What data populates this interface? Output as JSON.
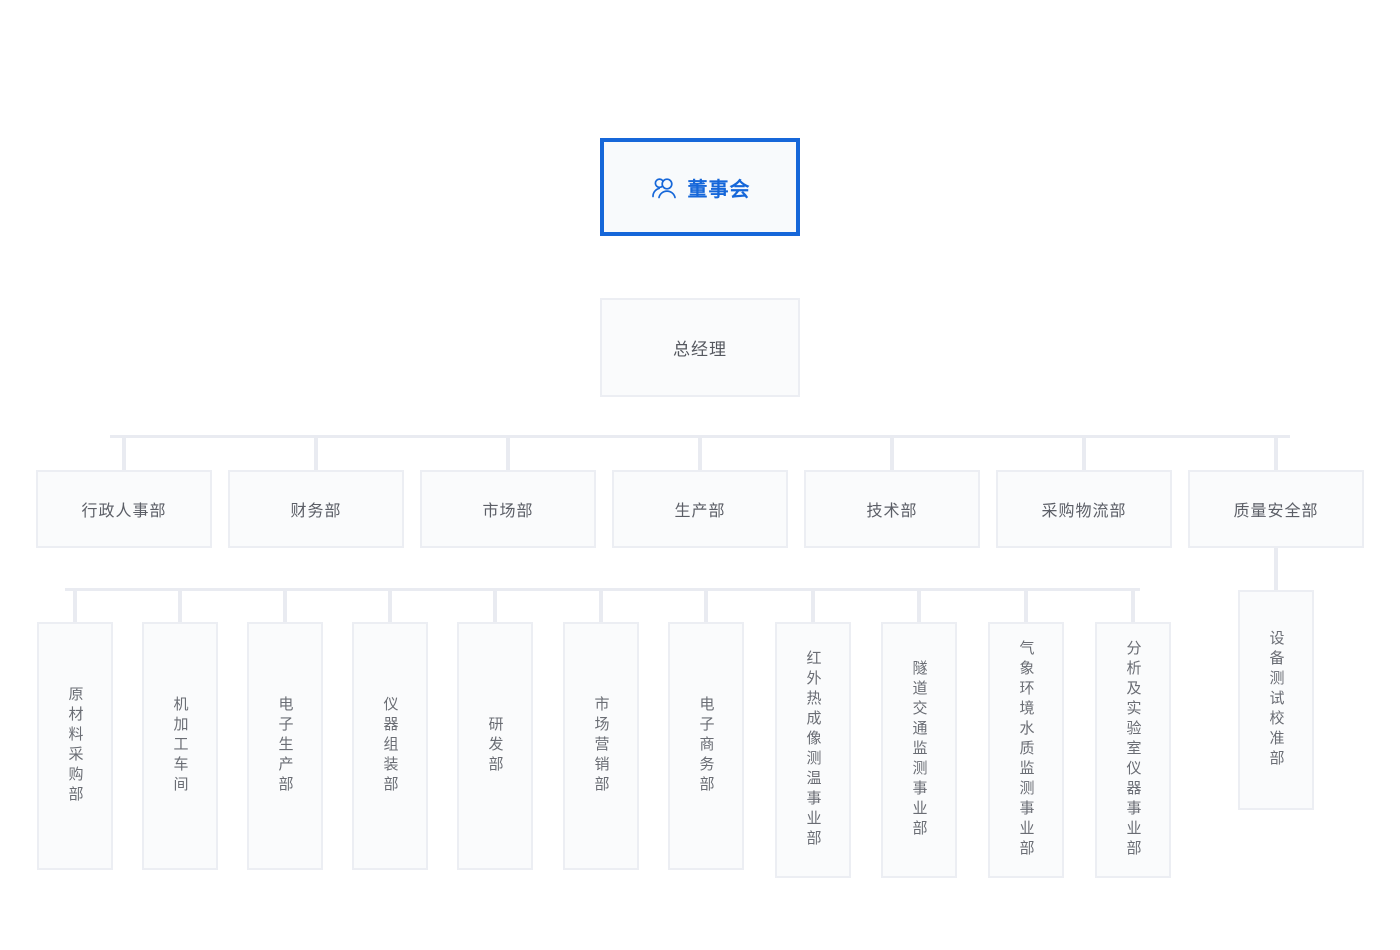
{
  "palette": {
    "accent_blue": "#1667d9",
    "connector_line": "#e9ebf1",
    "node_fill": "#fafbfc",
    "node_border": "#eceef3",
    "text_gray": "#5b5e66"
  },
  "org_chart": {
    "root": {
      "label": "董事会",
      "icon": "team-icon"
    },
    "general_manager": {
      "label": "总经理"
    },
    "departments": [
      {
        "label": "行政人事部"
      },
      {
        "label": "财务部"
      },
      {
        "label": "市场部"
      },
      {
        "label": "生产部"
      },
      {
        "label": "技术部"
      },
      {
        "label": "采购物流部"
      },
      {
        "label": "质量安全部"
      }
    ],
    "sub_departments": [
      {
        "label": "原材料采购部"
      },
      {
        "label": "机加工车间"
      },
      {
        "label": "电子生产部"
      },
      {
        "label": "仪器组装部"
      },
      {
        "label": "研发部"
      },
      {
        "label": "市场营销部"
      },
      {
        "label": "电子商务部"
      },
      {
        "label": "红外热成像测温事业部"
      },
      {
        "label": "隧道交通监测事业部"
      },
      {
        "label": "气象环境水质监测事业部"
      },
      {
        "label": "分析及实验室仪器事业部"
      }
    ],
    "quality_sub_department": {
      "label": "设备测试校准部"
    }
  }
}
